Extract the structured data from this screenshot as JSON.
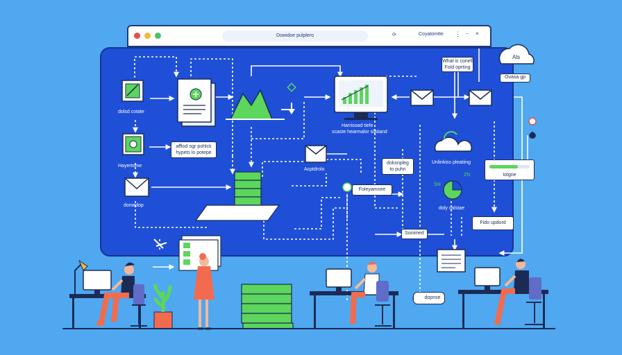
{
  "browser": {
    "title": "Dowidoe pulplero",
    "right_label": "Coyatomtte",
    "dot_colors": [
      "#e0524c",
      "#f3b73a",
      "#4cc06a"
    ]
  },
  "cloud_top": {
    "label": "Als"
  },
  "labels": {
    "dolsd_cotate": "dolsd cotate",
    "hayertome": "Hayertome",
    "doniedop": "doniedop",
    "afflod": "afflod ogr pohlck",
    "afflod2": "hypets lo potepe",
    "harrisoad": "Harrisoad tiefe",
    "scaste": "scaste hearmalor slatiand",
    "acptdrolo": "Acptdrolo",
    "foyapmise": "Foleyamnee",
    "dokeprog": "doksnpleg",
    "dokeprog2": "to puhn",
    "unlinkiss": "Unlinkiss pleatiing",
    "doly_calstae": "doly calstae",
    "sonimed": "Sonimed",
    "what_is": "What is conell",
    "what_is2": "Fold oprting",
    "ovasa": "Ovasa gp",
    "fido_updord": "Fido updord",
    "tolgne": "tolgne",
    "dopnse": "dopnse",
    "zn": "ZN",
    "sn": "SN"
  },
  "colors": {
    "background": "#4fa8f0",
    "board": "#1e4fd6",
    "green": "#5cd65c",
    "accent_blue": "#1d3a7a",
    "shirt_red": "#f26b4f",
    "dark": "#1b2b55"
  }
}
